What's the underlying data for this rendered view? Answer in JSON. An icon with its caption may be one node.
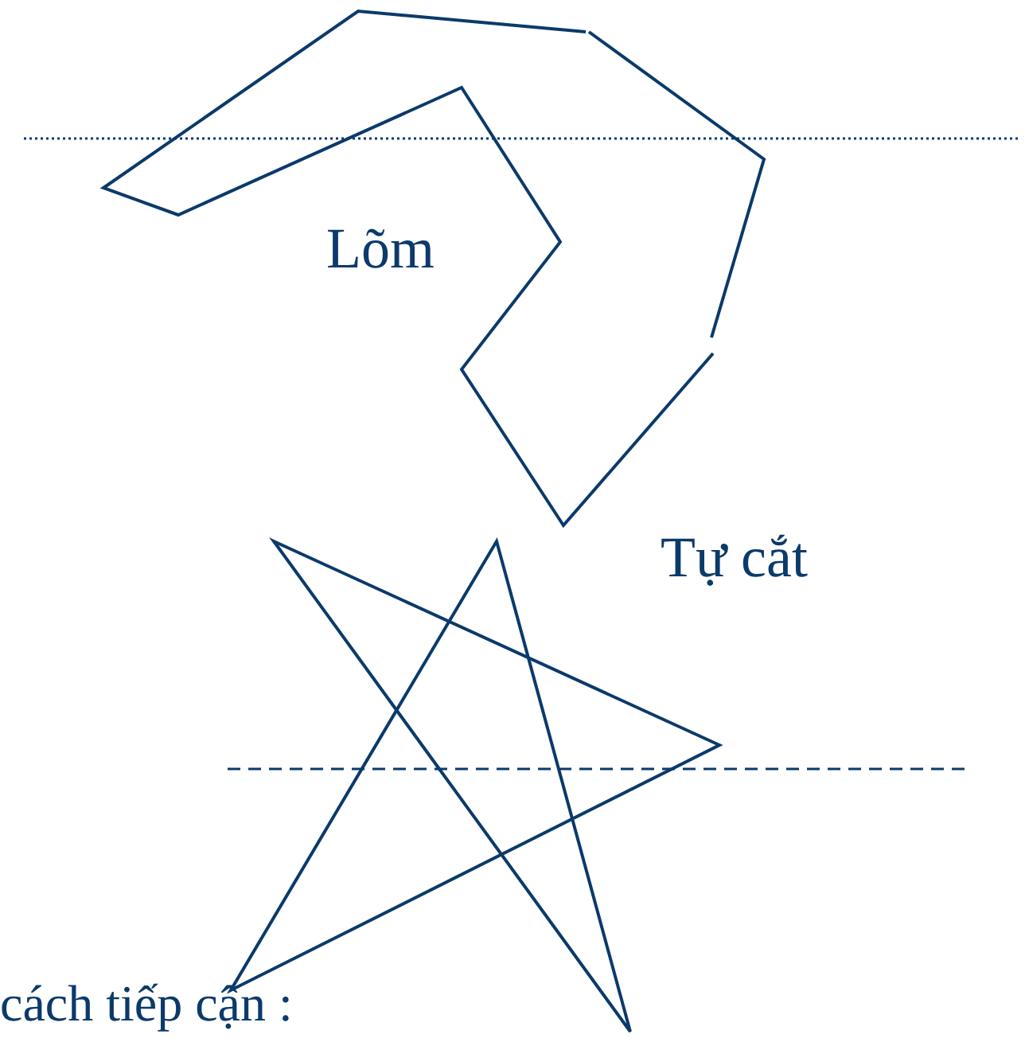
{
  "diagram": {
    "labels": [
      "Lõm",
      "Tự cắt",
      "cách tiếp cận :"
    ]
  }
}
